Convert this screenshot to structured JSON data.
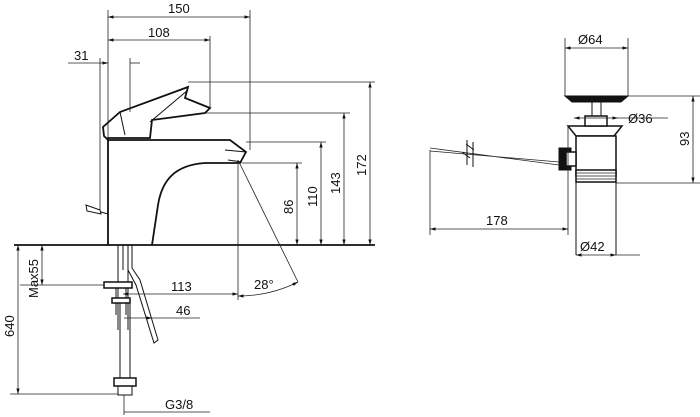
{
  "dimensions": {
    "width_150": "150",
    "width_108": "108",
    "offset_31": "31",
    "height_172": "172",
    "height_143": "143",
    "height_110": "110",
    "height_86": "86",
    "max55": "Max55",
    "length_640": "640",
    "reach_113": "113",
    "reach_46": "46",
    "angle_28": "28°",
    "thread": "G3/8",
    "diameter_64": "Ø64",
    "diameter_36": "Ø36",
    "height_93": "93",
    "length_178": "178",
    "diameter_42": "Ø42"
  }
}
